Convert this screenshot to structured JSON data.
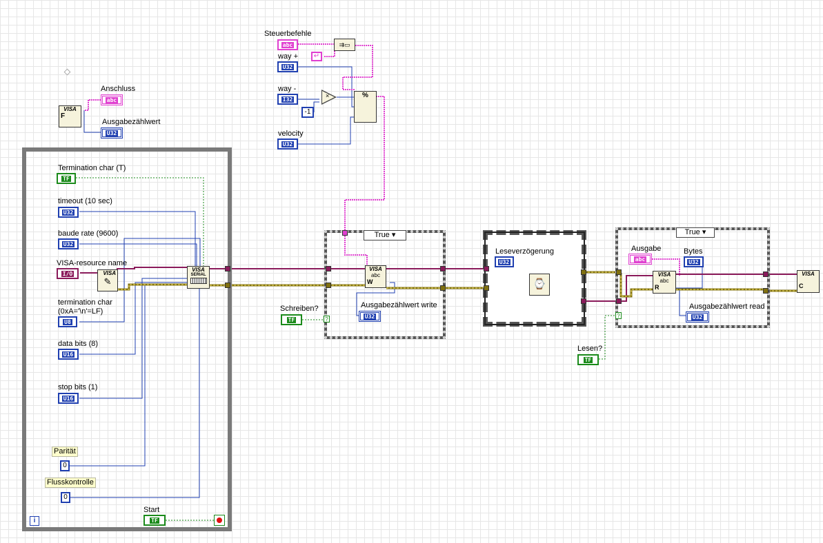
{
  "controls": {
    "anschluss": {
      "label": "Anschluss",
      "type": "abc"
    },
    "ausgabezaehlwert": {
      "label": "Ausgabezählwert",
      "type": "U32"
    },
    "steuerbefehle": {
      "label": "Steuerbefehle",
      "type": "abc"
    },
    "way_plus": {
      "label": "way +",
      "type": "U32"
    },
    "way_minus": {
      "label": "way -",
      "type": "I32"
    },
    "velocity": {
      "label": "velocity",
      "type": "U32"
    },
    "termination_char_t": {
      "label": "Termination char (T)",
      "type": "TF"
    },
    "timeout": {
      "label": "timeout (10 sec)",
      "type": "U32"
    },
    "baude_rate": {
      "label": "baude rate (9600)",
      "type": "U32"
    },
    "visa_resource": {
      "label": "VISA-resource name",
      "type": "I/O"
    },
    "termination_char": {
      "label_line1": "termination char",
      "label_line2": "(0xA='\\n'=LF)",
      "type": "U8"
    },
    "data_bits": {
      "label": "data bits (8)",
      "type": "U16"
    },
    "stop_bits": {
      "label": "stop bits (1)",
      "type": "U16"
    },
    "paritaet": {
      "label": "Parität",
      "value": "0"
    },
    "flusskontrolle": {
      "label": "Flusskontrolle",
      "value": "0"
    },
    "start": {
      "label": "Start",
      "type": "TF"
    },
    "schreiben": {
      "label": "Schreiben?",
      "type": "TF"
    },
    "lesen": {
      "label": "Lesen?",
      "type": "TF"
    },
    "ausgabezaehlwert_write": {
      "label": "Ausgabezählwert write",
      "type": "U32"
    },
    "leseverzoegerung": {
      "label": "Leseverzögerung",
      "type": "U32"
    },
    "ausgabe": {
      "label": "Ausgabe",
      "type": "abc"
    },
    "bytes": {
      "label": "Bytes",
      "type": "U32"
    },
    "ausgabezaehlwert_read": {
      "label": "Ausgabezählwert read",
      "type": "U32"
    }
  },
  "constants": {
    "minus_one": "-1"
  },
  "case_structures": {
    "write_case": {
      "selector": "True",
      "arrow": "▾"
    },
    "read_case": {
      "selector": "True",
      "arrow": "▾"
    }
  },
  "nodes": {
    "visa_find": {
      "caption": "VISA",
      "letter": "F"
    },
    "visa_serial": {
      "caption": "VISA",
      "sub": "SERIAL"
    },
    "visa_write": {
      "caption": "VISA",
      "sub": "abc",
      "letter": "W"
    },
    "visa_read": {
      "caption": "VISA",
      "sub": "abc",
      "letter": "R"
    },
    "visa_close": {
      "caption": "VISA",
      "letter": "C"
    },
    "multiply": {
      "symbol": "×"
    },
    "format_string": {
      "symbol": "%"
    },
    "while_iteration": {
      "symbol": "i"
    }
  },
  "colors": {
    "visa_wire": "#8a1a5a",
    "error_wire": "#807010",
    "string_wire": "#e040d0",
    "numeric_wire": "#1f3fb0",
    "bool_wire": "#1a8a1a",
    "loop_border": "#7a7a7a"
  }
}
